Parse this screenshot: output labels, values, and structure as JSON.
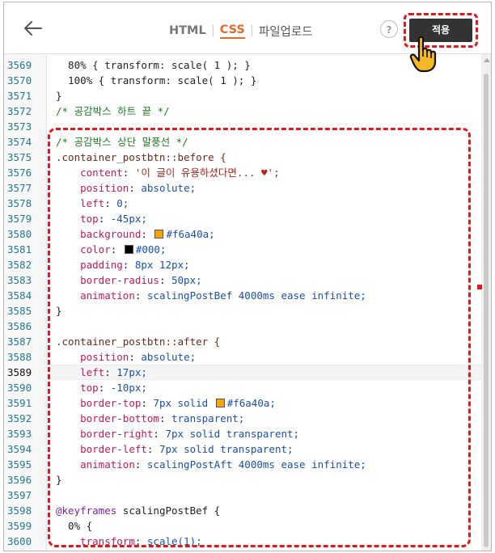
{
  "header": {
    "tabs": [
      {
        "label": "HTML",
        "active": false
      },
      {
        "label": "CSS",
        "active": true
      },
      {
        "label": "파일업로드",
        "active": false
      }
    ],
    "help_label": "?",
    "apply_label": "적용"
  },
  "icons": [
    "back-arrow-icon",
    "help-icon",
    "pointing-hand-icon"
  ],
  "colors": {
    "accent": "#e8672a",
    "highlight_box": "#e3181d",
    "swatch_orange": "#f6a40a",
    "swatch_black": "#000000"
  },
  "editor": {
    "lines": [
      {
        "n": "3569",
        "text": "  80% { transform: scale( 1 ); }"
      },
      {
        "n": "3570",
        "text": "  100% { transform: scale( 1 ); }"
      },
      {
        "n": "3571",
        "text": "}"
      },
      {
        "n": "3572",
        "text": "/* 공감박스 하트 끝 */"
      },
      {
        "n": "3573",
        "text": ""
      },
      {
        "n": "3574",
        "text": "/* 공감박스 상단 말풍선 */"
      },
      {
        "n": "3575",
        "text": ".container_postbtn::before {"
      },
      {
        "n": "3576",
        "text": "    content: '이 글이 유용하셨다면... ♥';"
      },
      {
        "n": "3577",
        "text": "    position: absolute;"
      },
      {
        "n": "3578",
        "text": "    left: 0;"
      },
      {
        "n": "3579",
        "text": "    top: -45px;"
      },
      {
        "n": "3580",
        "text": "    background: #f6a40a;"
      },
      {
        "n": "3581",
        "text": "    color: #000;"
      },
      {
        "n": "3582",
        "text": "    padding: 8px 12px;"
      },
      {
        "n": "3583",
        "text": "    border-radius: 50px;"
      },
      {
        "n": "3584",
        "text": "    animation: scalingPostBef 4000ms ease infinite;"
      },
      {
        "n": "3585",
        "text": "}"
      },
      {
        "n": "3586",
        "text": ""
      },
      {
        "n": "3587",
        "text": ".container_postbtn::after {"
      },
      {
        "n": "3588",
        "text": "    position: absolute;"
      },
      {
        "n": "3589",
        "text": "    left: 17px;"
      },
      {
        "n": "3590",
        "text": "    top: -10px;"
      },
      {
        "n": "3591",
        "text": "    border-top: 7px solid #f6a40a;"
      },
      {
        "n": "3592",
        "text": "    border-bottom: transparent;"
      },
      {
        "n": "3593",
        "text": "    border-right: 7px solid transparent;"
      },
      {
        "n": "3594",
        "text": "    border-left: 7px solid transparent;"
      },
      {
        "n": "3595",
        "text": "    animation: scalingPostAft 4000ms ease infinite;"
      },
      {
        "n": "3596",
        "text": "}"
      },
      {
        "n": "3597",
        "text": ""
      },
      {
        "n": "3598",
        "text": "@keyframes scalingPostBef {"
      },
      {
        "n": "3599",
        "text": "  0% {"
      },
      {
        "n": "3600",
        "text": "    transform: scale(1);"
      }
    ],
    "current_line": "3589"
  }
}
